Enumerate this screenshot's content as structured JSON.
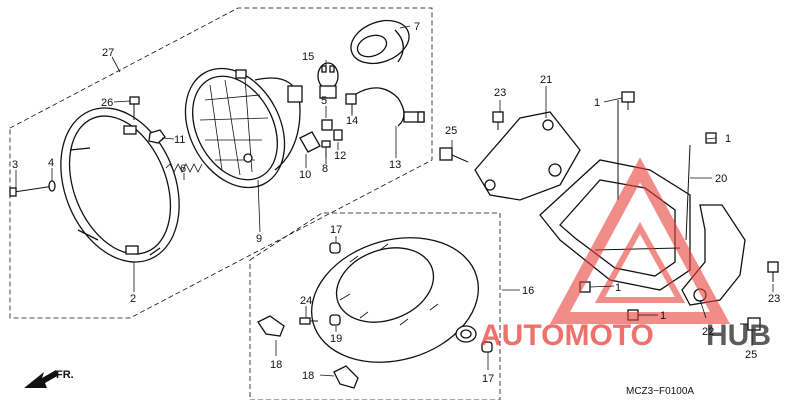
{
  "diagram": {
    "code": "MCZ3−F0100A",
    "front_label": "FR.",
    "watermark": {
      "brand_a": "AUTOMOTO",
      "brand_b": "HUB",
      "color_a": "#e8413a",
      "color_b": "#333333"
    },
    "callouts": {
      "c27": "27",
      "c26": "26",
      "c11": "11",
      "c3": "3",
      "c4": "4",
      "c6": "6",
      "c2": "2",
      "c9": "9",
      "c15": "15",
      "c5": "5",
      "c14": "14",
      "c7": "7",
      "c10": "10",
      "c8": "8",
      "c12": "12",
      "c13": "13",
      "c25a": "25",
      "c23a": "23",
      "c21": "21",
      "c1a": "1",
      "c1b": "1",
      "c20": "20",
      "c1c": "1",
      "c1d": "1",
      "c23b": "23",
      "c22": "22",
      "c25b": "25",
      "c17a": "17",
      "c16": "16",
      "c24": "24",
      "c19": "19",
      "c18a": "18",
      "c18b": "18",
      "c17b": "17"
    }
  }
}
